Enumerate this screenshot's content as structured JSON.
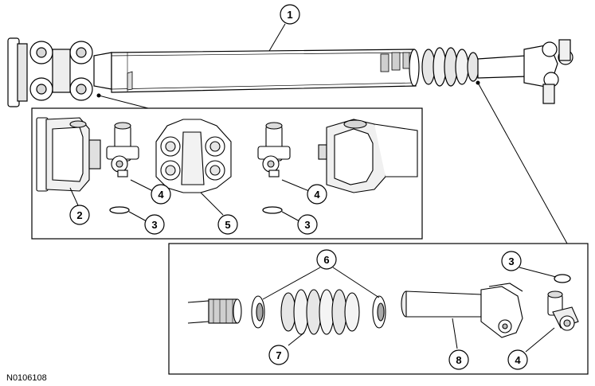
{
  "figure_id": "N0106108",
  "callouts": {
    "c1": "1",
    "c2": "2",
    "c3a": "3",
    "c3b": "3",
    "c3c": "3",
    "c4a": "4",
    "c4b": "4",
    "c4c": "4",
    "c5": "5",
    "c6": "6",
    "c7": "7",
    "c8": "8"
  },
  "colors": {
    "line": "#000000",
    "part_fill": "#ffffff",
    "shade": "#d9d9d9",
    "dark_shade": "#9a9a9a"
  }
}
